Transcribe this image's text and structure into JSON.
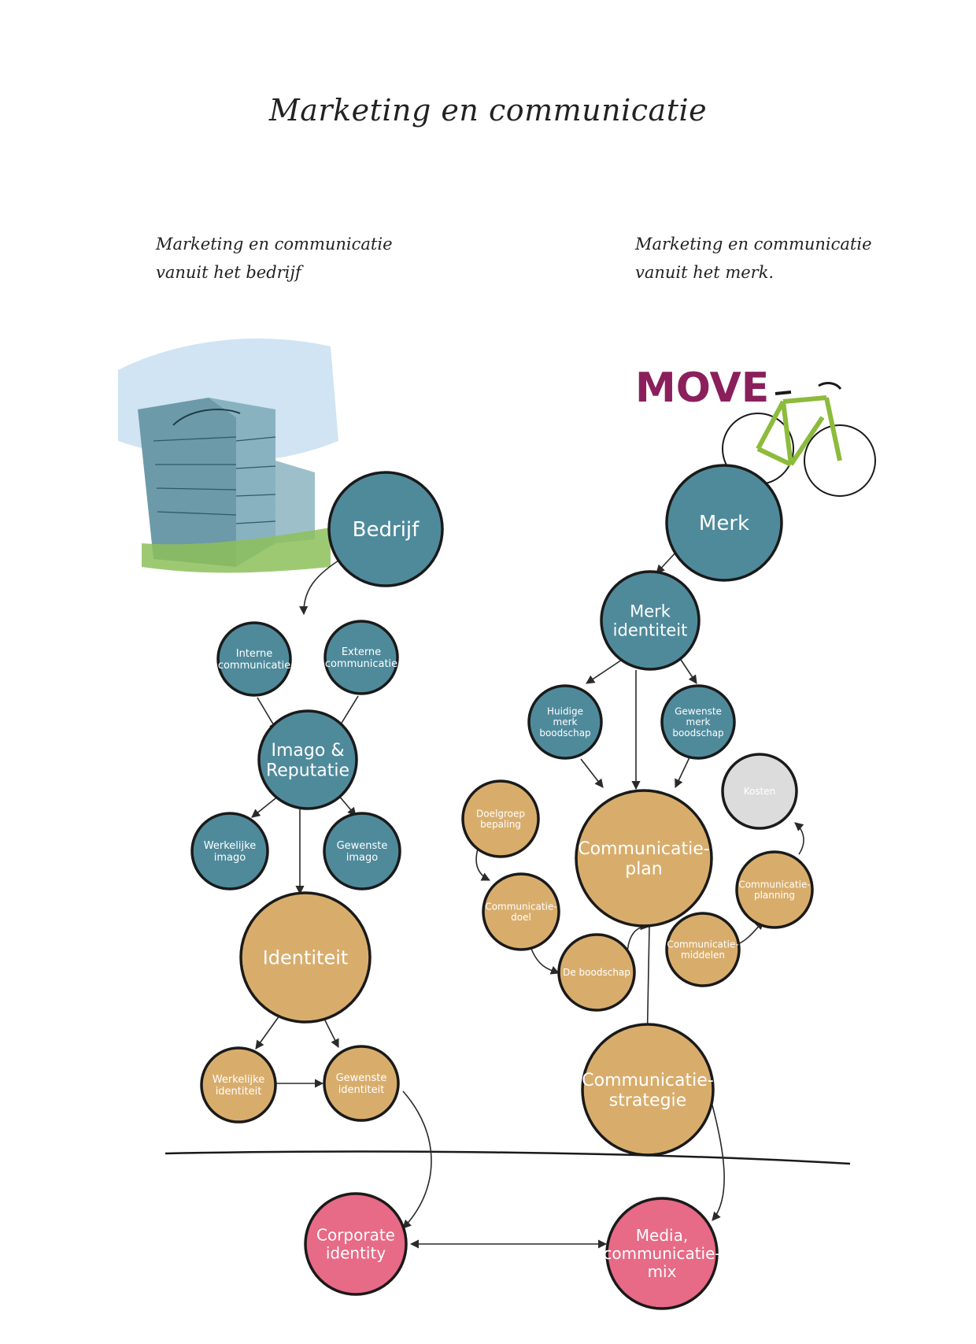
{
  "title": "Marketing en communicatie",
  "left_heading": {
    "line1": "Marketing en communicatie",
    "line2": "vanuit het bedrijf"
  },
  "right_heading": {
    "line1": "Marketing en communicatie",
    "line2": "vanuit het merk."
  },
  "logo_text": "MOVE",
  "colors": {
    "teal": "#4f8a9b",
    "sand": "#d8ad6c",
    "pink": "#e76a86",
    "gray": "#dcdcdc",
    "logo": "#8b1f5c",
    "bike": "#8dbb3c"
  },
  "nodes": {
    "bedrijf": [
      "Bedrijf"
    ],
    "interne": [
      "Interne",
      "communicatie"
    ],
    "externe": [
      "Externe",
      "communicatie"
    ],
    "imago": [
      "Imago &",
      "Reputatie"
    ],
    "werkelijke_imago": [
      "Werkelijke",
      "imago"
    ],
    "gewenste_imago": [
      "Gewenste",
      "imago"
    ],
    "identiteit": [
      "Identiteit"
    ],
    "werkelijke_identiteit": [
      "Werkelijke",
      "identiteit"
    ],
    "gewenste_identiteit": [
      "Gewenste",
      "identiteit"
    ],
    "corporate": [
      "Corporate",
      "identity"
    ],
    "merk": [
      "Merk"
    ],
    "merk_identiteit": [
      "Merk",
      "identiteit"
    ],
    "huidige": [
      "Huidige",
      "merk",
      "boodschap"
    ],
    "gewenste_merk": [
      "Gewenste",
      "merk",
      "boodschap"
    ],
    "communicatieplan": [
      "Communicatie-",
      "plan"
    ],
    "kosten": [
      "Kosten"
    ],
    "doelgroep": [
      "Doelgroep",
      "bepaling"
    ],
    "comm_planning": [
      "Communicatie-",
      "planning"
    ],
    "comm_doel": [
      "Communicatie-",
      "doel"
    ],
    "comm_middelen": [
      "Communicatie-",
      "middelen"
    ],
    "boodschap": [
      "De boodschap"
    ],
    "strategie": [
      "Communicatie-",
      "strategie"
    ],
    "media": [
      "Media,",
      "communicatie-",
      "mix"
    ]
  }
}
